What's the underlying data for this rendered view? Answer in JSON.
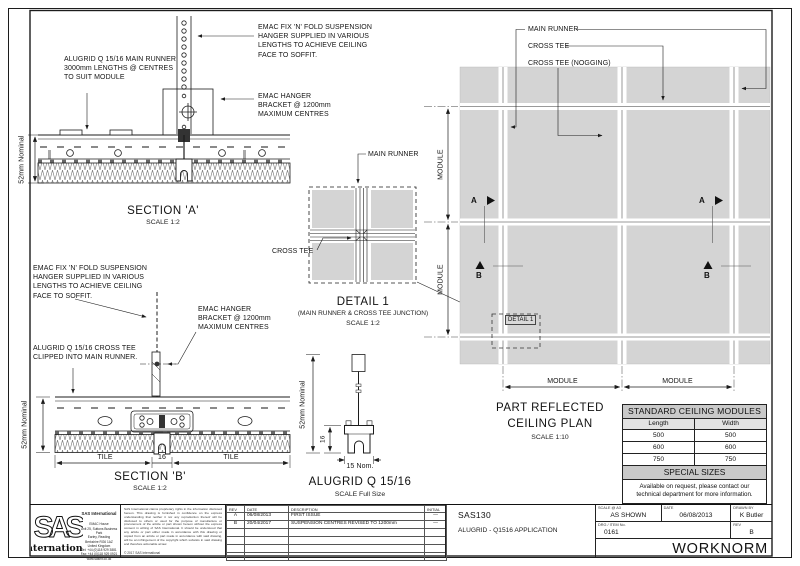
{
  "colors": {
    "line": "#1c1c1c",
    "tile_gray": "#d4d4d4",
    "header_gray": "#c9c9c9"
  },
  "drawing": {
    "section_a": {
      "runner_label": "ALUGRID Q 15/16  MAIN RUNNER\n3000mm LENGTHS @ CENTRES\nTO SUIT MODULE",
      "hanger_label": "EMAC FIX 'N' FOLD SUSPENSION\nHANGER SUPPLIED IN VARIOUS\nLENGTHS TO ACHIEVE CEILING\nFACE TO SOFFIT.",
      "bracket_label": "EMAC HANGER\nBRACKET @ 1200mm\nMAXIMUM CENTRES",
      "dim": "52mm Nominal",
      "title": "SECTION 'A'",
      "scale": "SCALE 1:2"
    },
    "detail_1": {
      "main_runner_label": "MAIN RUNNER",
      "cross_tee_label": "CROSS TEE",
      "title": "DETAIL 1",
      "subtitle": "(MAIN RUNNER & CROSS TEE JUNCTION)",
      "scale": "SCALE 1:2"
    },
    "section_b": {
      "hanger_label": "EMAC FIX 'N' FOLD SUSPENSION\nHANGER SUPPLIED IN VARIOUS\nLENGTHS TO ACHIEVE CEILING\nFACE TO SOFFIT.",
      "bracket_label": "EMAC HANGER\nBRACKET @ 1200mm\nMAXIMUM CENTRES",
      "cross_tee_label": "ALUGRID Q 15/16 CROSS TEE\nCLIPPED INTO MAIN RUNNER.",
      "dim": "52mm Nominal",
      "dim_tile": "TILE",
      "dim_16": "16",
      "title": "SECTION 'B'",
      "scale": "SCALE 1:2"
    },
    "profile": {
      "dim_52": "52mm Nominal",
      "dim_16": "16",
      "dim_15": "15 Nom.",
      "title": "ALUGRID Q 15/16",
      "scale": "SCALE Full Size"
    },
    "plan": {
      "main_runner_label": "MAIN RUNNER",
      "cross_tee_label": "CROSS TEE",
      "nogging_label": "CROSS TEE (NOGGING)",
      "module_label": "MODULE",
      "marker_a": "A",
      "marker_b": "B",
      "detail_ref": "DETAIL 1",
      "title_line1": "PART REFLECTED",
      "title_line2": "CEILING PLAN",
      "scale": "SCALE 1:10"
    }
  },
  "modules_table": {
    "title": "STANDARD CEILING MODULES",
    "col_length": "Length",
    "col_width": "Width",
    "rows": [
      [
        "500",
        "500"
      ],
      [
        "600",
        "600"
      ],
      [
        "750",
        "750"
      ]
    ],
    "special_title": "SPECIAL SIZES",
    "special_note": "Available on request, please contact our\ntechnical department for more information."
  },
  "title_block": {
    "logo_text": "SAS",
    "logo_sub": "International",
    "company": "SAS International",
    "address": "EMAC House\nUnit 25, Suttons Business Park\nEarley, Reading\nBerkshire RG6 1AZ\nUnited Kingdom\nTel: +44 (0)118 929 3881\nFax: +44 (0)118 929 0921\nwww.sasint.co.uk",
    "disclaimer": "SAS International claims proprietary rights in the information disclosed hereon. This drawing is furnished in confidence on the express understanding that neither it nor any reproduction thereof will be disclosed to others or used for the purpose of manufacture or procurement of the article or part shown hereon without the express consent in writing of SAS International. It should be understood that any article or part either made in accordance with this drawing or copied from an article or part made in accordance with said drawing, will be an infringement of the copyright which subsists in said drawing and therefore actionable at law.",
    "copyright": "© 2017 SAS International",
    "rev_table": {
      "h_rev": "REV",
      "h_date": "DATE",
      "h_desc": "DESCRIPTION",
      "h_initial": "INITIAL",
      "rows": [
        {
          "rev": "A",
          "date": "06/08/2013",
          "desc": "FIRST ISSUE",
          "initial": "—"
        },
        {
          "rev": "B",
          "date": "20/04/2017",
          "desc": "SUSPENSION CENTRES REVISED TO 1200mm",
          "initial": "—"
        }
      ]
    },
    "project_number": "SAS130",
    "drawing_title": "ALUGRID - Q1516 APPLICATION",
    "scale_label": "SCALE @ A3",
    "scale_value": "AS SHOWN",
    "date_label": "DATE",
    "date_value": "06/08/2013",
    "drawn_label": "DRAWN BY",
    "drawn_value": "K Butler",
    "drg_label": "DRG / ITEM No.",
    "drg_value": "0161",
    "rev_label": "REV",
    "rev_value": "B",
    "worknorm": "WORKNORM"
  }
}
